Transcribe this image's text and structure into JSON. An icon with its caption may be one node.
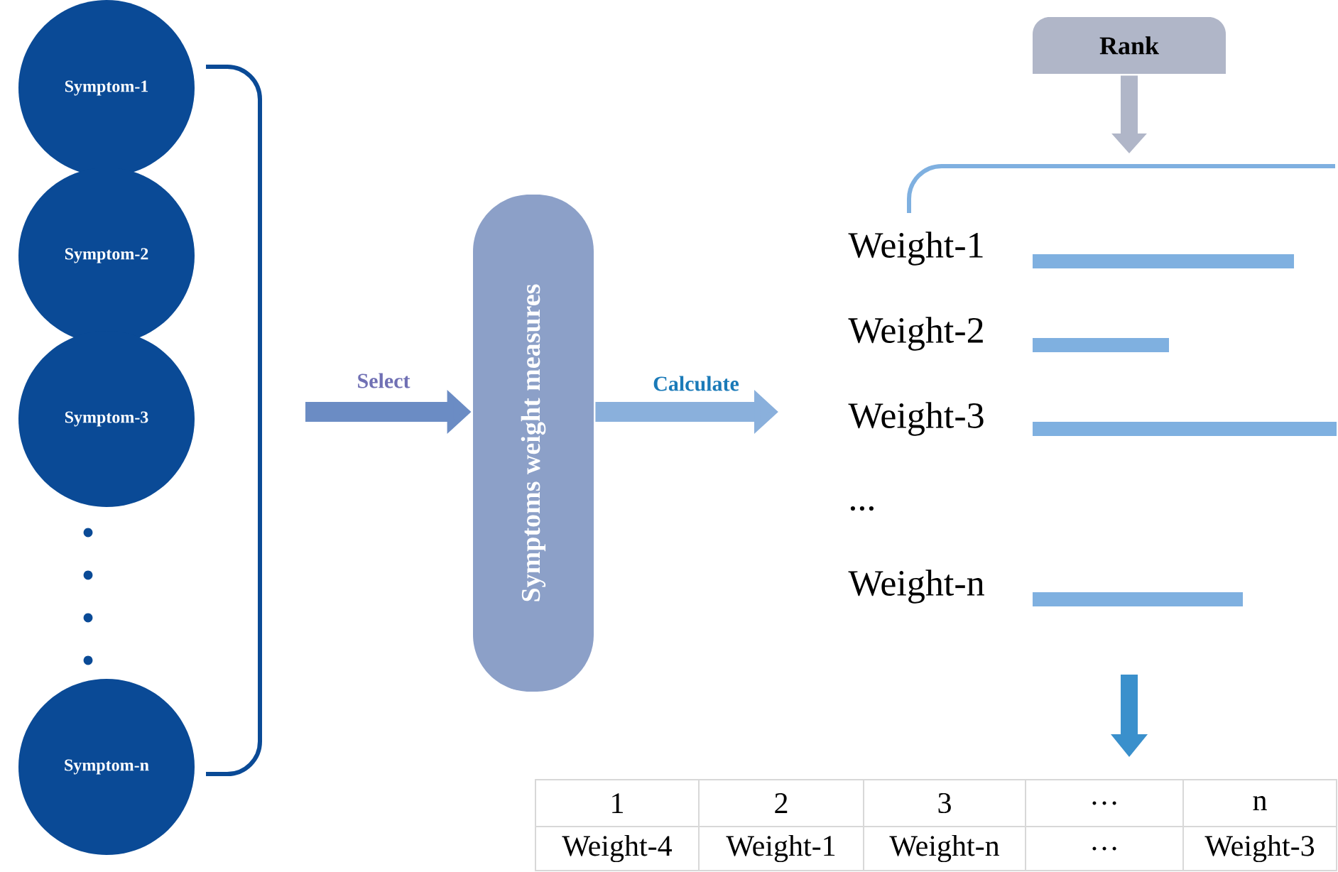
{
  "diagram": {
    "nodes": [
      {
        "text": [
          "Symptom-1"
        ]
      },
      {
        "text": [
          "Symptom-2"
        ]
      },
      {
        "text": [
          "Symptom-3"
        ]
      },
      {
        "text": [
          "Symptom-n"
        ]
      },
      {
        "text": [
          "Symptoms weight measures"
        ]
      },
      {
        "text": [
          "Rank"
        ]
      }
    ],
    "edges": [
      {
        "from": null,
        "to": 4,
        "arrow": "to",
        "label": "Select",
        "color": "#6b8cc4"
      },
      {
        "from": 4,
        "to": null,
        "arrow": "to",
        "label": "Calculate",
        "color": "#8ab0dc"
      },
      {
        "from": 5,
        "to": null,
        "arrow": "to",
        "color": "#b0b6c8"
      }
    ],
    "labels": [
      "Weight-1",
      "Weight-2",
      "Weight-3",
      "...",
      "Weight-n",
      "1",
      "2",
      "3",
      "…",
      "n",
      "Weight-4",
      "Weight-1",
      "Weight-n",
      "…",
      "Weight-3"
    ]
  }
}
